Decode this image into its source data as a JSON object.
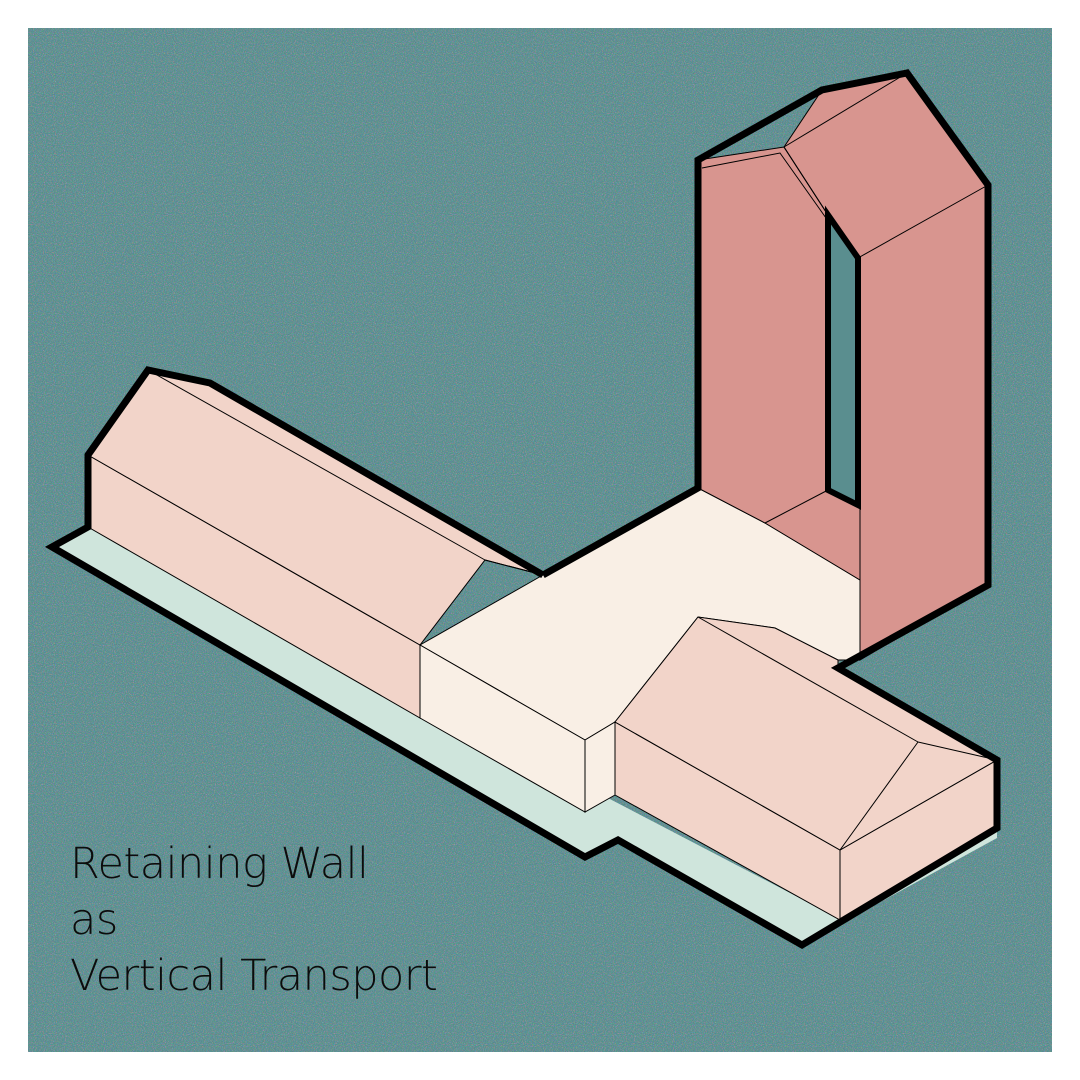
{
  "caption": {
    "line1": "Retaining Wall",
    "line2": "as",
    "line3": "Vertical Transport"
  },
  "colors": {
    "page_border": "#ffffff",
    "background_teal": "#5a8e8f",
    "ground_strip": "#cfe5dc",
    "building_face": "#f2d4c9",
    "courtyard_surface": "#f9efe5",
    "tower_wall": "#d8958f",
    "outline": "#000000"
  }
}
